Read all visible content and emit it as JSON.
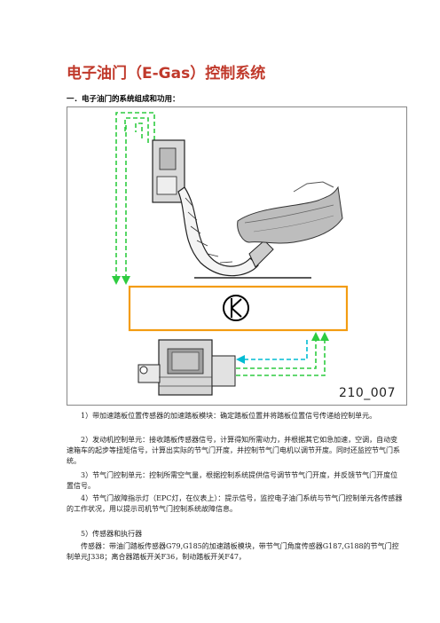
{
  "title": "电子油门（E-Gas）控制系统",
  "section_heading": "一．电子油门的系统组成和功用：",
  "figure": {
    "label": "210_007"
  },
  "paragraphs": [
    "1）带加速踏板位置传感器的加速踏板模块：确定踏板位置并将踏板位置信号传递给控制单元。",
    "2）发动机控制单元：接收踏板传感器信号，计算得知所需动力，并根据其它如急加速，空调，自动变速箱车的起步等扭矩信号，计算出实际的节气门开度，并控制节气门电机以调节开度。同时还监控节气门系统。",
    "3）节气门控制单元：控制所需空气量，根据控制系统提供信号调节节气门开度，并反馈节气门开度位置信号。",
    "4）节气门故障指示灯（EPC灯，在仪表上）：提示信号，监控电子油门系统与节气门控制单元各传感器的工作状况，用以提示司机节气门控制系统故障信息。",
    "5）传感器和执行器",
    "传感器：带油门踏板传感器G79,G185的加速踏板模块，带节气门角度传感器G187,G188的节气门控制单元J338；离合器踏板开关F36，制动踏板开关F47，"
  ],
  "colors": {
    "title": "#c0392b",
    "ecu_border": "#f39c12",
    "arrow_green": "#2ecc40",
    "arrow_cyan": "#00bcd4"
  },
  "icons": [
    "ecu-symbol-icon",
    "pedal-icon",
    "foot-icon",
    "throttle-body-icon"
  ]
}
